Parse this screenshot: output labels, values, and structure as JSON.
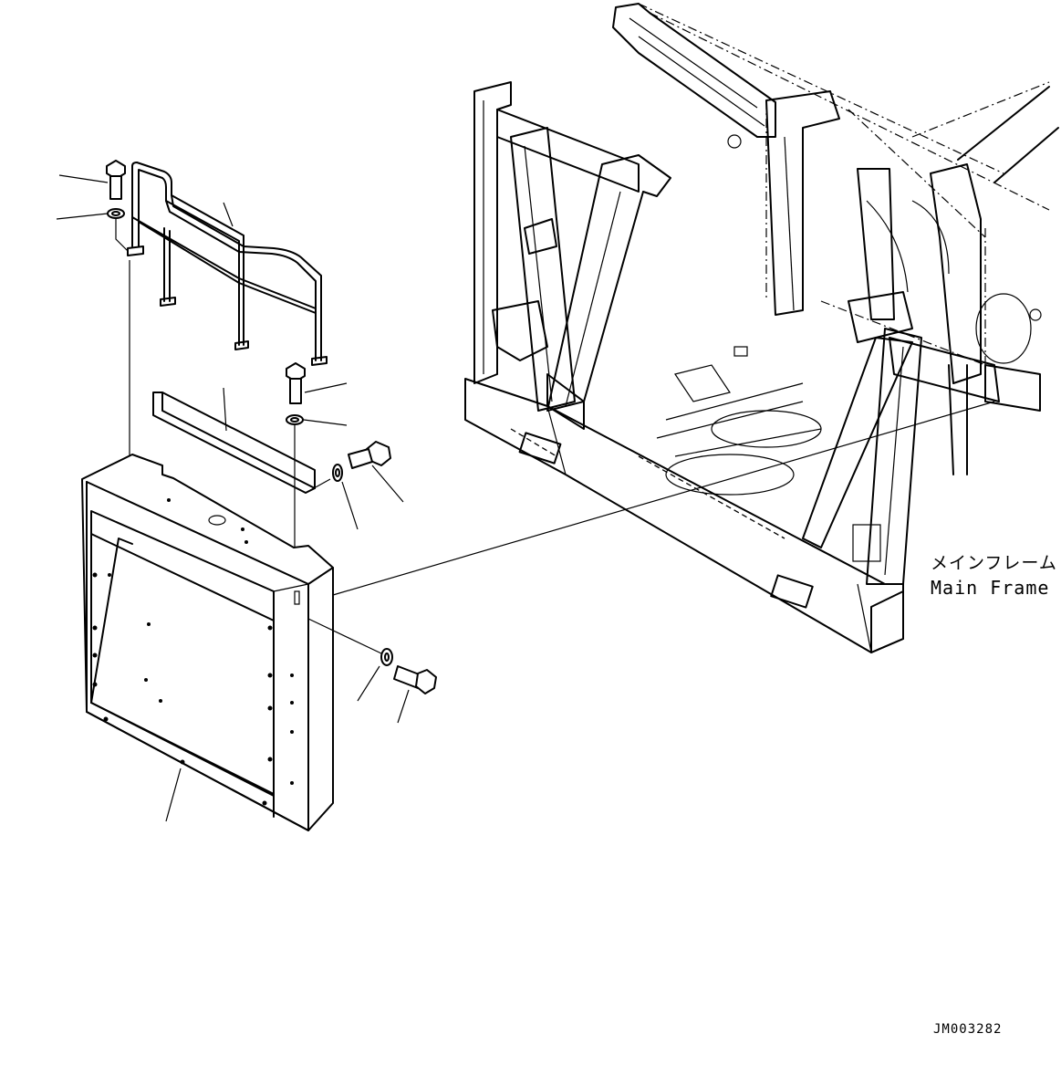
{
  "labels": {
    "main_frame_jp": "メインフレーム",
    "main_frame_en": "Main Frame",
    "drawing_id": "JM003282"
  },
  "icons": [
    "bolt-icon",
    "washer-icon",
    "handrail",
    "bracket",
    "radiator-guard",
    "main-frame"
  ]
}
